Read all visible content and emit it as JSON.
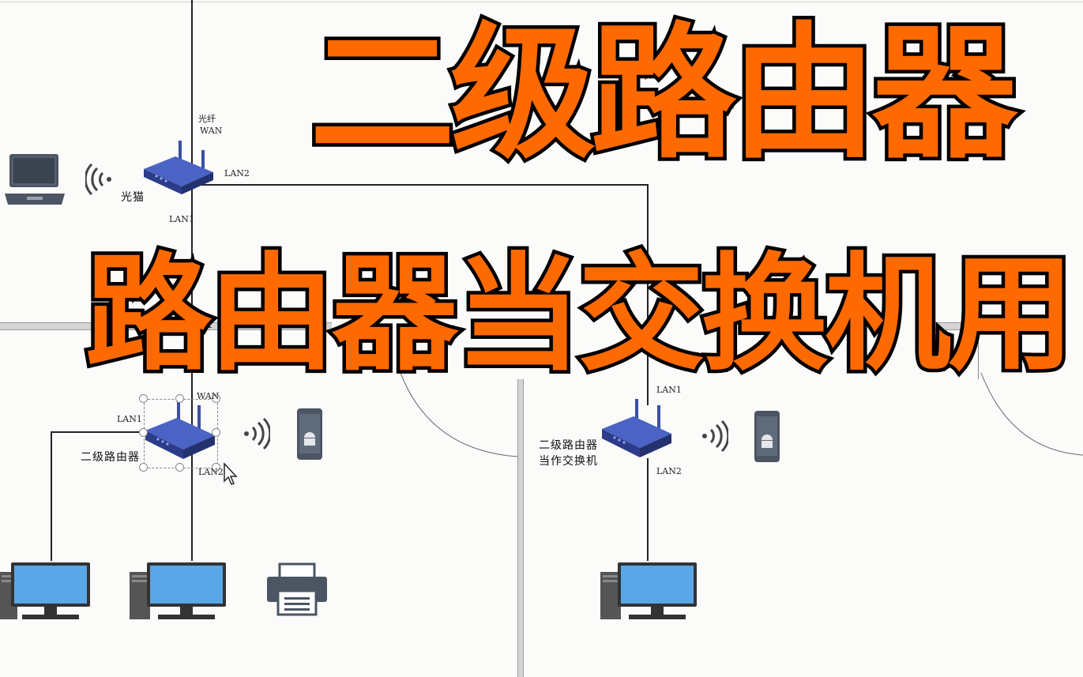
{
  "title_line1": "二级路由器",
  "title_line2": "路由器当交换机用",
  "colors": {
    "title_fill": "#ff6a00",
    "title_stroke": "#000000",
    "router": "#3b4fa3",
    "monitor_screen": "#5aa7e8"
  },
  "modem": {
    "name": "光猫",
    "port_top_line1": "光纤",
    "port_top_line2": "WAN",
    "port_right": "LAN2",
    "port_bottom": "LAN1"
  },
  "router_a": {
    "name": "二级路由器",
    "port_left": "LAN1",
    "port_top": "WAN",
    "port_bottom": "LAN2"
  },
  "router_b": {
    "name_line1": "二级路由器",
    "name_line2": "当作交换机",
    "port_top": "LAN1",
    "port_bottom": "LAN2"
  },
  "icons": [
    "laptop-icon",
    "wifi-icon",
    "router-icon",
    "android-phone-icon",
    "desktop-computer-icon",
    "printer-icon",
    "mouse-cursor-icon"
  ]
}
